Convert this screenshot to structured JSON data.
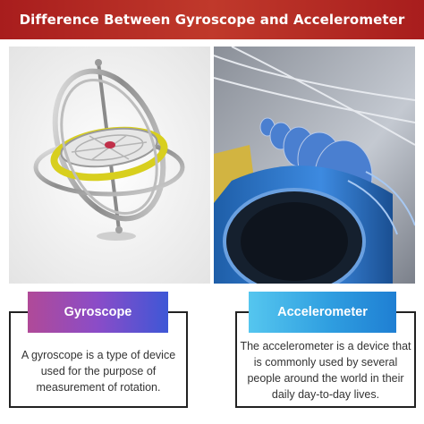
{
  "header": {
    "title": "Difference Between Gyroscope and Accelerometer"
  },
  "colors": {
    "header_bg": "#b22222",
    "gyroscope_label_start": "#b04a98",
    "gyroscope_label_end": "#3e57d6",
    "accelerometer_label_start": "#55c6ef",
    "accelerometer_label_end": "#1f7fd3"
  },
  "left": {
    "label": "Gyroscope",
    "description": "A gyroscope is a type of device used for the purpose of measurement of rotation."
  },
  "right": {
    "label": "Accelerometer",
    "description": "The accelerometer is a device that is commonly used by several people around the world in their daily day-to-day lives."
  }
}
